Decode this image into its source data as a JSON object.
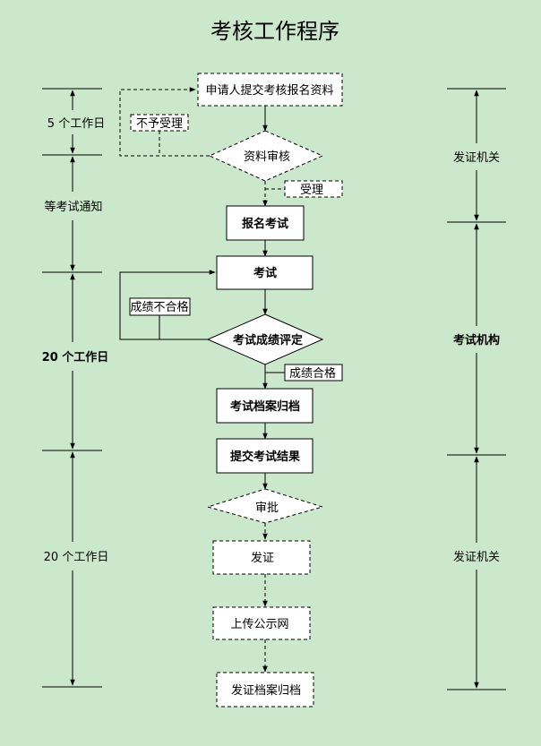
{
  "title": "考核工作程序",
  "nodes": {
    "apply": "申请人提交考核报名资料",
    "review": "资料审核",
    "register": "报名考试",
    "exam": "考试",
    "evaluate": "考试成绩评定",
    "archive_exam": "考试档案归档",
    "submit_result": "提交考试结果",
    "approve": "审批",
    "certify": "发证",
    "publish": "上传公示网",
    "archive_cert": "发证档案归档"
  },
  "edge_labels": {
    "reject": "不予受理",
    "accept": "受理",
    "fail": "成绩不合格",
    "pass": "成绩合格"
  },
  "left_timeline": [
    "5 个工作日",
    "等考试通知",
    "20 个工作日",
    "20 个工作日"
  ],
  "right_timeline": [
    "发证机关",
    "考试机构",
    "发证机关"
  ]
}
